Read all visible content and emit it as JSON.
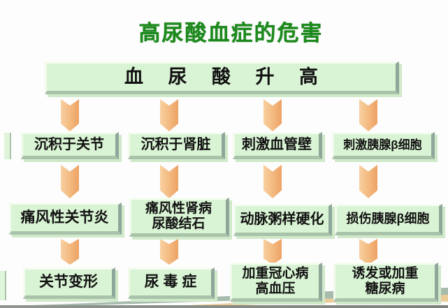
{
  "title": "高尿酸血症的危害",
  "root": {
    "label": "血 尿 酸 升 高"
  },
  "columns": [
    {
      "cause": "沉积于关节",
      "disease": "痛风性关节炎",
      "outcome": "关节变形"
    },
    {
      "cause": "沉积于肾脏",
      "disease": "痛风性肾病\n尿酸结石",
      "outcome": "尿 毒 症"
    },
    {
      "cause": "刺激血管壁",
      "disease": "动脉粥样硬化",
      "outcome": "加重冠心病\n高血压"
    },
    {
      "cause": "刺激胰腺β细胞",
      "disease": "损伤胰腺β细胞",
      "outcome": "诱发或加重\n糖尿病"
    }
  ],
  "colors": {
    "title_green": "#1c8a1c",
    "box_fill": "#d9f4d4",
    "box_highlight": "#f5fdf1",
    "box_bevel_dark": "#8fa79a",
    "box_bevel_bottom": "#a9c3ab",
    "arrow_light": "#f8d0a0",
    "arrow_dark": "#eda265",
    "text_black": "#111111",
    "swoosh_green": "#a7bcad",
    "swoosh_tan": "#eccb96"
  }
}
